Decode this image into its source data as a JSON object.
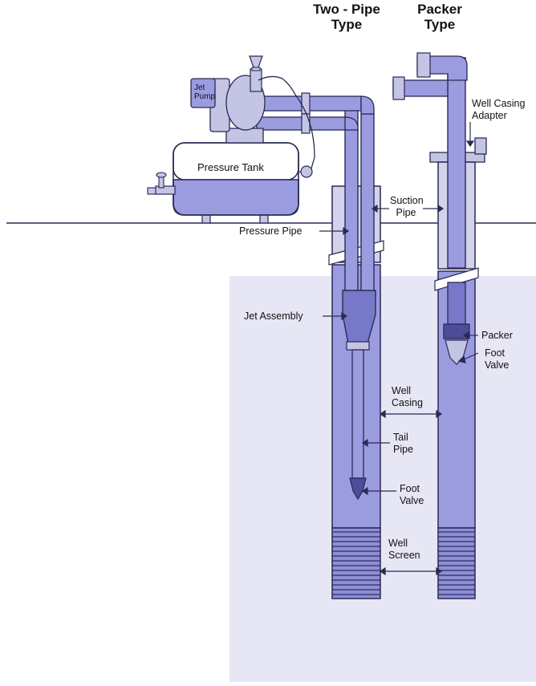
{
  "headings": {
    "two_pipe": [
      "Two - Pipe",
      "Type"
    ],
    "packer": [
      "Packer",
      "Type"
    ]
  },
  "labels": {
    "jet_pump": [
      "Jet",
      "Pump"
    ],
    "pressure_tank": "Pressure Tank",
    "well_casing_adapter": [
      "Well Casing",
      "Adapter"
    ],
    "suction_pipe": [
      "Suction",
      "Pipe"
    ],
    "pressure_pipe": "Pressure Pipe",
    "jet_assembly": "Jet Assembly",
    "packer": "Packer",
    "foot_valve_packer": [
      "Foot",
      "Valve"
    ],
    "well_casing": [
      "Well",
      "Casing"
    ],
    "tail_pipe": [
      "Tail",
      "Pipe"
    ],
    "foot_valve_two_pipe": [
      "Foot",
      "Valve"
    ],
    "well_screen": [
      "Well",
      "Screen"
    ]
  },
  "colors": {
    "water": "#e6e6f5",
    "pipe_fill": "#9b9be0",
    "pipe_dark": "#7878c8",
    "casing_fill": "#d2d2ea",
    "equipment_light": "#c4c4e4",
    "outline": "#2a2a55"
  }
}
